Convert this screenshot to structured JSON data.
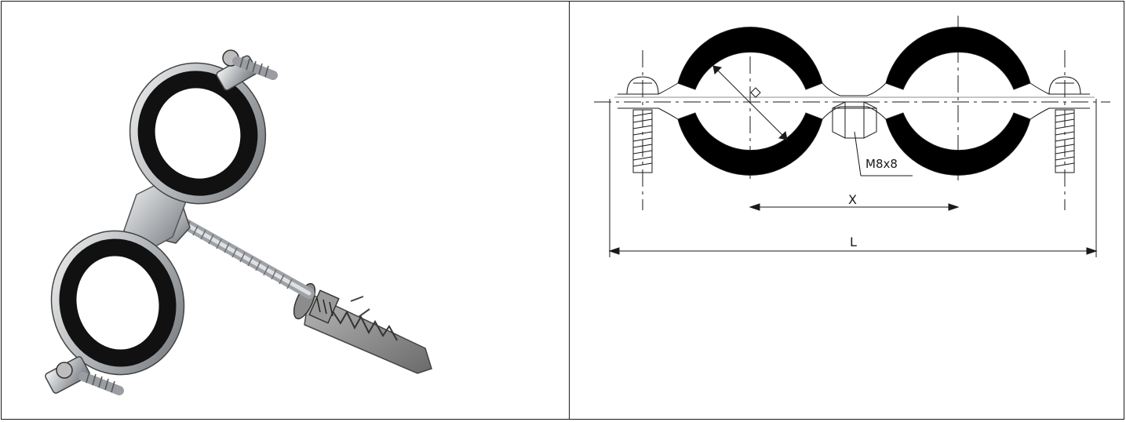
{
  "product_photo": {
    "icon": "double-pipe-clamp-with-bolt-and-wall-plug-photo"
  },
  "drawing": {
    "thread_label": "M8x8",
    "spacing_label": "X",
    "length_label": "L"
  }
}
